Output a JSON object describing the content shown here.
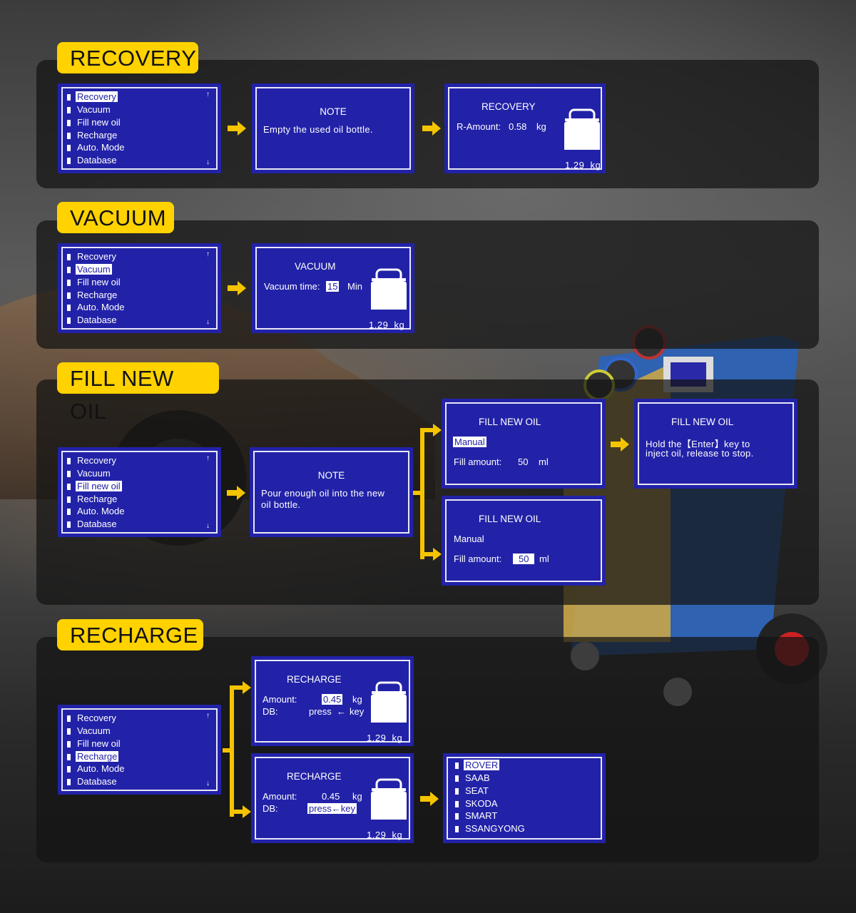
{
  "colors": {
    "screen_bg": "#2222a8",
    "label_bg": "#ffd200",
    "arrow": "#f5c400"
  },
  "menu": [
    "Recovery",
    "Vacuum",
    "Fill new oil",
    "Recharge",
    "Auto. Mode",
    "Database"
  ],
  "recovery": {
    "label": "RECOVERY",
    "note_title": "NOTE",
    "note_text": "Empty the used oil bottle.",
    "screen_title": "RECOVERY",
    "r_amount_label": "R-Amount:",
    "r_amount_value": "0.58",
    "r_amount_unit": "kg",
    "bottle_value": "1.29",
    "bottle_unit": "kg"
  },
  "vacuum": {
    "label": "VACUUM",
    "screen_title": "VACUUM",
    "time_label": "Vacuum time:",
    "time_value": "15",
    "time_unit": "Min",
    "bottle_value": "1.29",
    "bottle_unit": "kg"
  },
  "fill_oil": {
    "label": "FILL NEW OIL",
    "note_title": "NOTE",
    "note_line1": "Pour enough oil into the new",
    "note_line2": "oil bottle.",
    "screen_title": "FILL NEW OIL",
    "mode": "Manual",
    "amount_label": "Fill amount:",
    "amount_value": "50",
    "amount_unit": "ml",
    "hold_title": "FILL NEW OIL",
    "hold_line1": "Hold the【Enter】key to",
    "hold_line2": "inject oil,  release to stop."
  },
  "recharge": {
    "label": "RECHARGE",
    "screen_title": "RECHARGE",
    "amount_label": "Amount:",
    "amount_value": "0.45",
    "amount_unit": "kg",
    "db_label": "DB:",
    "db_press": "press",
    "db_arrow": "←",
    "db_key": "key",
    "db_combined": "press←key",
    "bottle_value": "1.29",
    "bottle_unit": "kg",
    "brands": [
      "ROVER",
      "SAAB",
      "SEAT",
      "SKODA",
      "SMART",
      "SSANGYONG"
    ]
  },
  "icons": {
    "arrow_up": "↑",
    "arrow_down": "↓"
  }
}
